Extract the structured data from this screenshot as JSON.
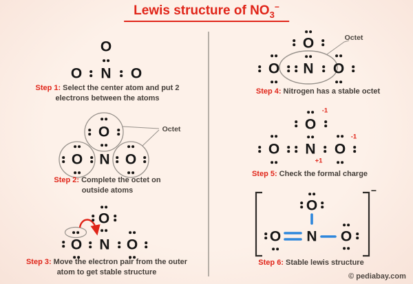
{
  "title": {
    "main": "Lewis structure of NO",
    "subscript": "3",
    "superscript": "−"
  },
  "molecule": {
    "oxygen": "O",
    "nitrogen": "N"
  },
  "annotations": {
    "octet": "Octet",
    "bracket_charge": "−",
    "charge_minus": "-1",
    "charge_plus": "+1"
  },
  "steps": [
    {
      "label": "Step 1:",
      "text": "Select the center atom and put 2 electrons between the atoms"
    },
    {
      "label": "Step 2:",
      "text": "Complete the octet on outside atoms"
    },
    {
      "label": "Step 3:",
      "text": "Move the electron pair from the outer atom to get stable structure"
    },
    {
      "label": "Step 4:",
      "text": "Nitrogen has a stable octet"
    },
    {
      "label": "Step 5:",
      "text": "Check the formal charge"
    },
    {
      "label": "Step 6:",
      "text": "Stable lewis structure"
    }
  ],
  "footer": {
    "copyright": "© pediabay.com"
  },
  "colors": {
    "accent_red": "#e02418",
    "bond_blue": "#2e87dc",
    "background": "#fcede5",
    "stroke_gray": "#97918b"
  }
}
